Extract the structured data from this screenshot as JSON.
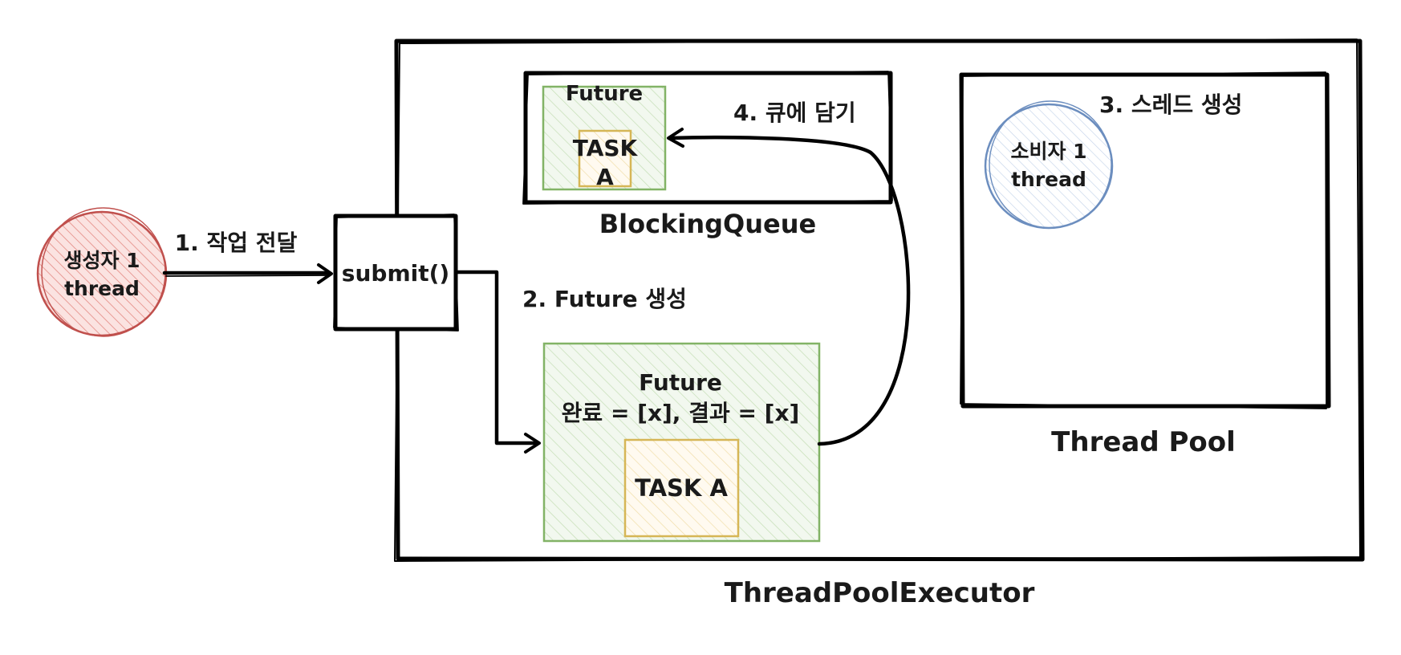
{
  "producer": {
    "line1": "생성자 1",
    "line2": "thread",
    "fill": "#f4b9b5",
    "stroke": "#c0504d"
  },
  "submit": {
    "label": "submit()"
  },
  "steps": {
    "step1": "1. 작업 전달",
    "step2": "2. Future 생성",
    "step3": "3. 스레드 생성",
    "step4": "4. 큐에 담기"
  },
  "executor": {
    "title": "ThreadPoolExecutor"
  },
  "queue": {
    "title": "BlockingQueue",
    "future_label": "Future",
    "task_line1": "TASK",
    "task_line2": "A"
  },
  "future_main": {
    "title": "Future",
    "status": "완료 = [x], 결과 = [x]",
    "task_label": "TASK A"
  },
  "pool": {
    "title": "Thread Pool",
    "consumer_line1": "소비자 1",
    "consumer_line2": "thread",
    "consumer_stroke": "#6c8ebf"
  },
  "colors": {
    "future_fill": "#d5e8d4",
    "future_stroke": "#82b366",
    "task_fill": "#fff2cc",
    "task_stroke": "#d6b656",
    "line": "#000000"
  }
}
